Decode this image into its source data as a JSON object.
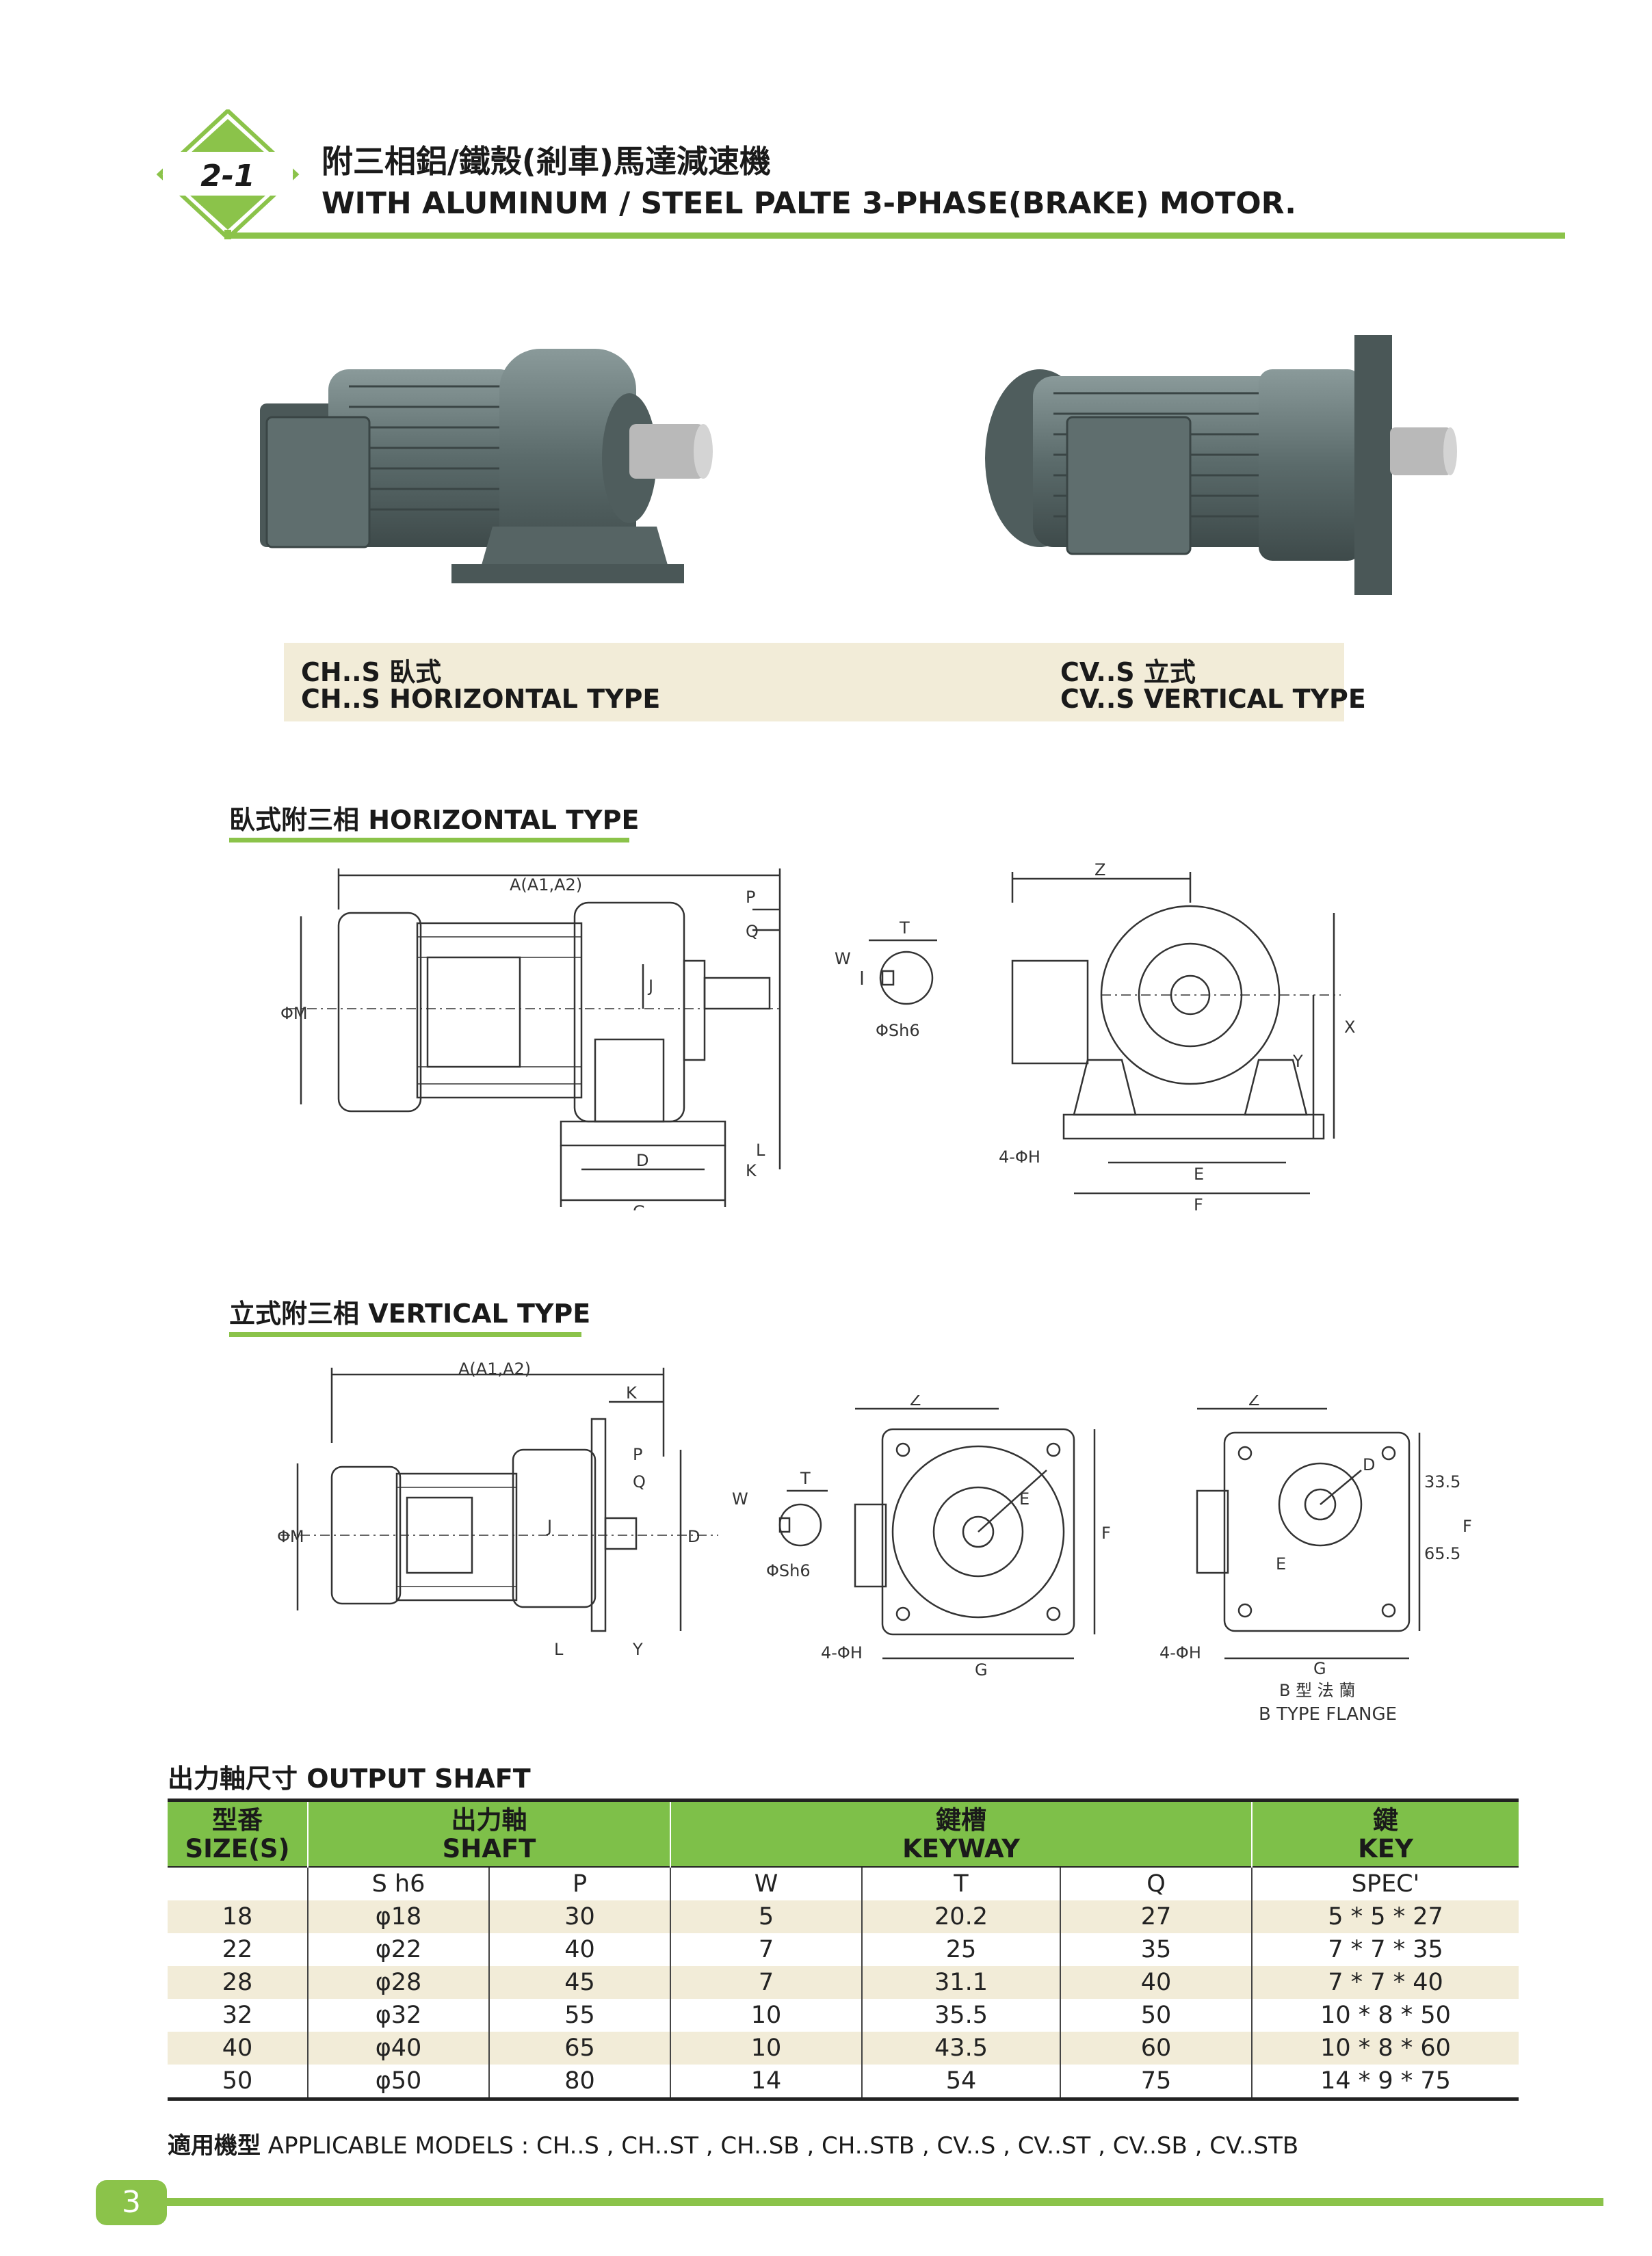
{
  "header": {
    "badge": "2-1",
    "title_zh": "附三相鋁/鐵殼(剎車)馬達減速機",
    "title_en": "WITH ALUMINUM / STEEL PALTE 3-PHASE(BRAKE) MOTOR."
  },
  "captions": {
    "horizontal_zh": "CH..S 臥式",
    "horizontal_en": "CH..S HORIZONTAL TYPE",
    "vertical_zh": "CV..S 立式",
    "vertical_en": "CV..S VERTICAL TYPE"
  },
  "horizontal_section": {
    "title": "臥式附三相 HORIZONTAL TYPE",
    "labels": {
      "a": "A(A1,A2)",
      "p": "P",
      "q": "Q",
      "m": "ΦM",
      "j": "J",
      "d": "D",
      "g": "G",
      "l": "L",
      "k": "K",
      "w": "W",
      "t": "T",
      "sh6": "ΦSh6",
      "z": "Z",
      "x": "X",
      "y": "Y",
      "h": "4-ΦH",
      "e": "E",
      "f": "F"
    }
  },
  "vertical_section": {
    "title": "立式附三相 VERTICAL TYPE",
    "labels": {
      "a": "A(A1,A2)",
      "k": "K",
      "p": "P",
      "q": "Q",
      "m": "ΦM",
      "j": "J",
      "d": "D",
      "l": "L",
      "y": "Y",
      "w": "W",
      "t": "T",
      "sh6": "ΦSh6",
      "z": "Z",
      "e": "E",
      "f": "F",
      "g": "G",
      "h": "4-ΦH",
      "dim_top": "33.5",
      "dim_bottom": "65.5",
      "flange_zh": "B 型 法 蘭",
      "flange_en": "B TYPE FLANGE"
    }
  },
  "table": {
    "title": "出力軸尺寸  OUTPUT SHAFT",
    "groups": [
      {
        "zh": "型番",
        "en": "SIZE(S)"
      },
      {
        "zh": "出力軸",
        "en": "SHAFT"
      },
      {
        "zh": "鍵槽",
        "en": "KEYWAY"
      },
      {
        "zh": "鍵",
        "en": "KEY"
      }
    ],
    "subheaders": [
      "",
      "S h6",
      "P",
      "W",
      "T",
      "Q",
      "SPEC'"
    ],
    "rows": [
      [
        "18",
        "φ18",
        "30",
        "5",
        "20.2",
        "27",
        "5 * 5 * 27"
      ],
      [
        "22",
        "φ22",
        "40",
        "7",
        "25",
        "35",
        "7 * 7 * 35"
      ],
      [
        "28",
        "φ28",
        "45",
        "7",
        "31.1",
        "40",
        "7 * 7 * 40"
      ],
      [
        "32",
        "φ32",
        "55",
        "10",
        "35.5",
        "50",
        "10 * 8 * 50"
      ],
      [
        "40",
        "φ40",
        "65",
        "10",
        "43.5",
        "60",
        "10 * 8 * 60"
      ],
      [
        "50",
        "φ50",
        "80",
        "14",
        "54",
        "75",
        "14 * 9 * 75"
      ]
    ]
  },
  "models": {
    "label": "適用機型",
    "text": " APPLICABLE MODELS : CH..S , CH..ST , CH..SB , CH..STB , CV..S , CV..ST , CV..SB , CV..STB"
  },
  "page_number": "3",
  "colors": {
    "accent": "#8bc34a",
    "header_fill": "#7ec049",
    "band": "#f2ecd8",
    "motor": "#5b6b6b"
  }
}
